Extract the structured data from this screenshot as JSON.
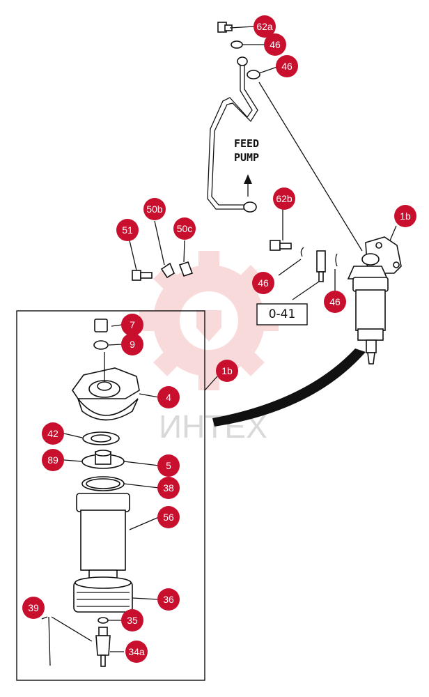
{
  "diagram": {
    "feed_pump_label": [
      "FEED",
      "PUMP"
    ],
    "reference_box": "0-41",
    "watermark_text": "ИНТЕХ",
    "callout_color": "#c8102e",
    "callouts": [
      "62a",
      "46",
      "46",
      "62b",
      "1b",
      "50b",
      "50c",
      "51",
      "46",
      "46",
      "7",
      "9",
      "1b",
      "4",
      "42",
      "89",
      "5",
      "38",
      "56",
      "36",
      "39",
      "35",
      "34a"
    ]
  }
}
